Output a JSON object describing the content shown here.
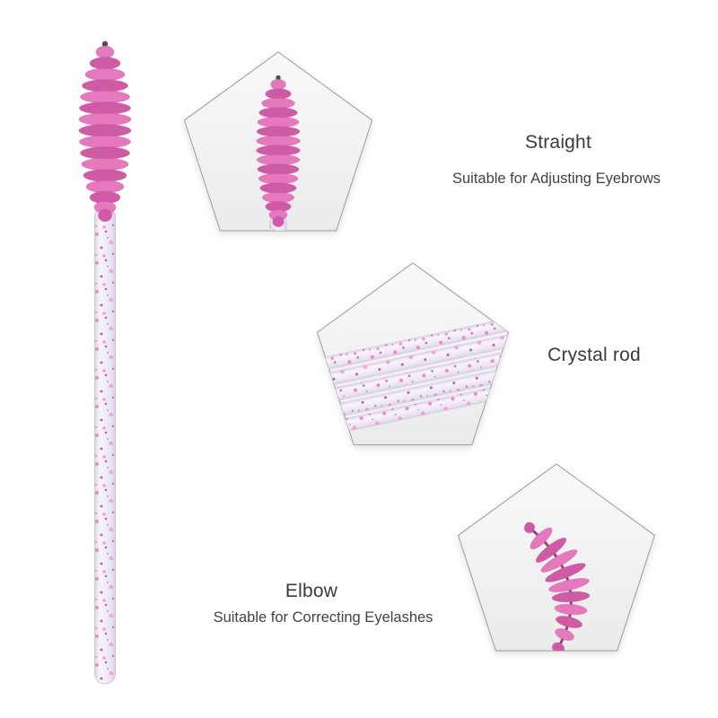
{
  "page": {
    "background_color": "#ffffff"
  },
  "palette": {
    "bristle_pink": "#e678bd",
    "bristle_pink_dark": "#cf5ba6",
    "bristle_outline": "#b04b90",
    "rod_tint": "#f3eef9",
    "glitter_pink": "#ef86c6",
    "pentagon_fill": "#f4f4f4",
    "pentagon_border": "#9a9a9a",
    "text_color": "#3a3a3a"
  },
  "callouts": {
    "straight": {
      "title": "Straight",
      "subtitle": "Suitable for Adjusting Eyebrows"
    },
    "crystal_rod": {
      "title": "Crystal rod"
    },
    "elbow": {
      "title": "Elbow",
      "subtitle": "Suitable for Correcting Eyelashes"
    }
  }
}
